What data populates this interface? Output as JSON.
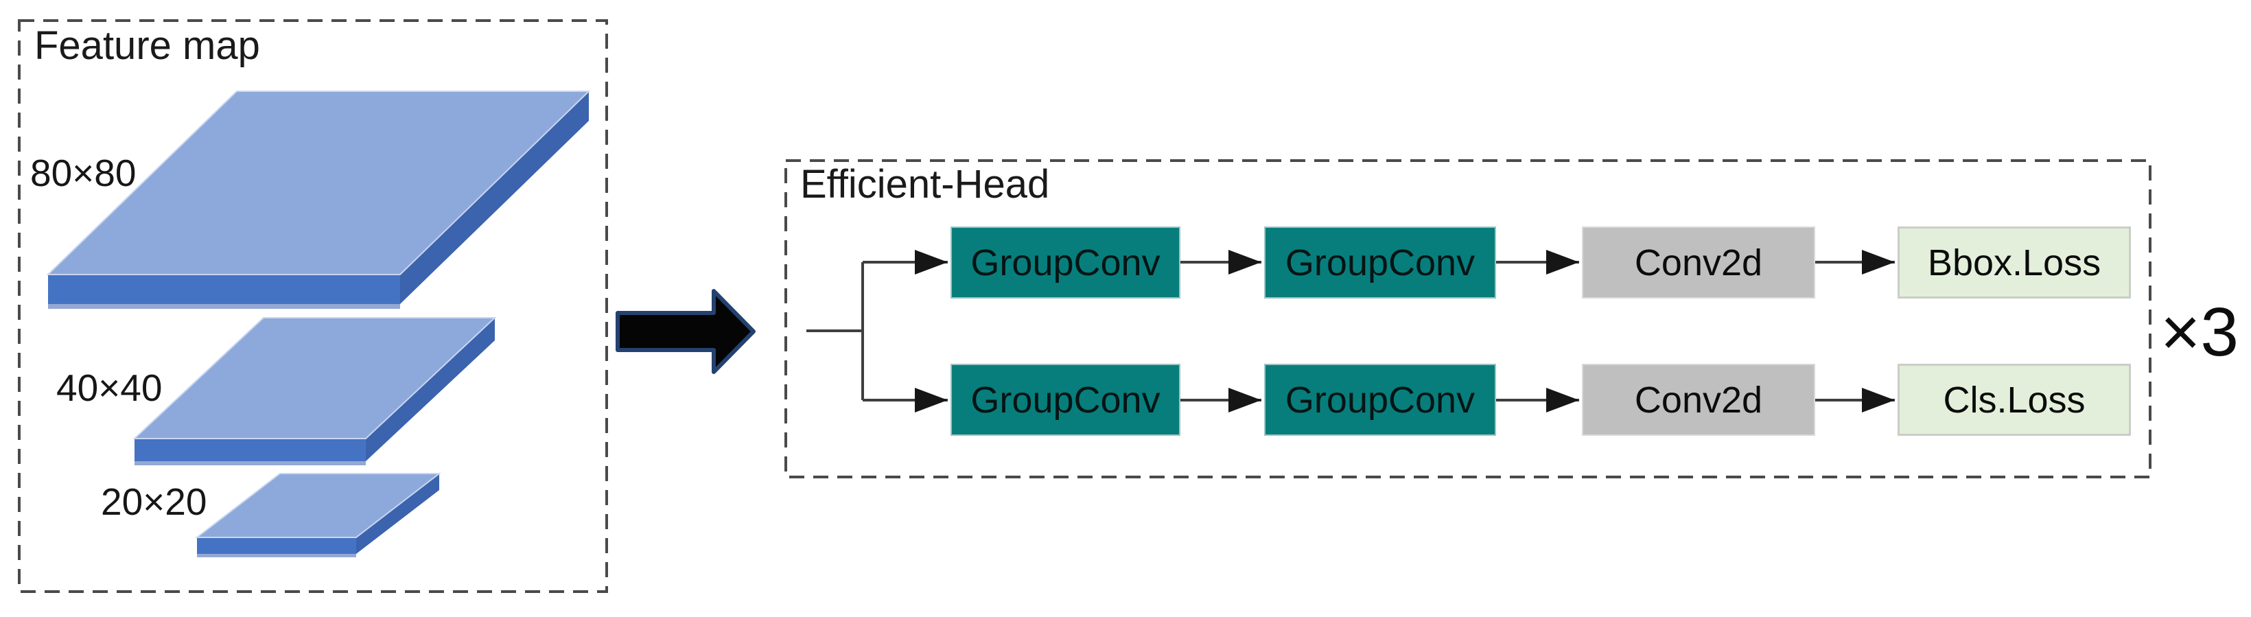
{
  "figure": {
    "feature_panel": {
      "title": "Feature map",
      "maps": [
        {
          "label": "80×80"
        },
        {
          "label": "40×40"
        },
        {
          "label": "20×20"
        }
      ]
    },
    "head_panel": {
      "title": "Efficient-Head",
      "repeat_label": "×3",
      "branches": [
        {
          "nodes": [
            {
              "label": "GroupConv"
            },
            {
              "label": "GroupConv"
            },
            {
              "label": "Conv2d"
            },
            {
              "label": "Bbox.Loss"
            }
          ]
        },
        {
          "nodes": [
            {
              "label": "GroupConv"
            },
            {
              "label": "GroupConv"
            },
            {
              "label": "Conv2d"
            },
            {
              "label": "Cls.Loss"
            }
          ]
        }
      ]
    }
  },
  "colors": {
    "teal": "#077E7C",
    "gray": "#BFBFBF",
    "green": "#E3EFDA",
    "blue-top": "#8DA9DC",
    "blue-front": "#4573C4",
    "blue-side": "#3B63AE",
    "blue-edge": "#95A8D3",
    "arrow-fill": "#050505",
    "arrow-stroke": "#24426F",
    "line": "#3F3F3F",
    "dash": "#4A4A4A",
    "text": "#111111"
  }
}
